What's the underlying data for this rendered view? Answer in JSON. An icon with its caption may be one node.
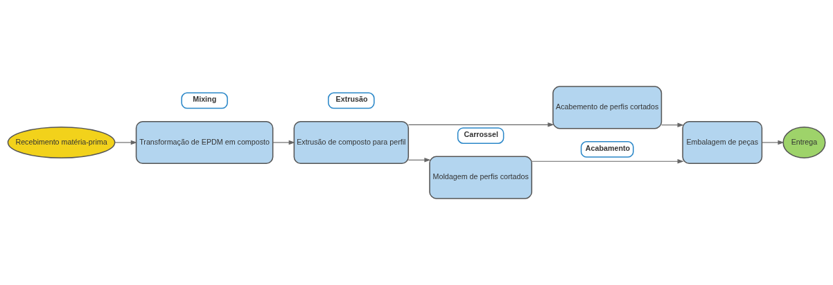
{
  "diagram": {
    "nodes": [
      {
        "text": [
          "Recebimento matéria-prima"
        ]
      },
      {
        "text": [
          "Mixing"
        ]
      },
      {
        "text": [
          "Transformação de EPDM em composto"
        ]
      },
      {
        "text": [
          "Extrusão"
        ]
      },
      {
        "text": [
          "Extrusão de composto para perfil"
        ]
      },
      {
        "text": [
          "Carrossel"
        ]
      },
      {
        "text": [
          "Moldagem de perfis cortados"
        ]
      },
      {
        "text": [
          "Acabemento de perfis cortados"
        ]
      },
      {
        "text": [
          "Acabamento"
        ]
      },
      {
        "text": [
          "Embalagem de peças"
        ]
      },
      {
        "text": [
          "Entrega"
        ]
      }
    ],
    "edges": [
      {
        "from": 0,
        "to": 2,
        "arrow": "to"
      },
      {
        "from": 2,
        "to": 4,
        "arrow": "to"
      },
      {
        "from": 4,
        "to": 6,
        "arrow": "to"
      },
      {
        "from": 4,
        "to": 7,
        "arrow": "to"
      },
      {
        "from": 6,
        "to": 9,
        "arrow": "to"
      },
      {
        "from": 7,
        "to": 9,
        "arrow": "to"
      },
      {
        "from": 9,
        "to": 10,
        "arrow": "to"
      }
    ]
  }
}
